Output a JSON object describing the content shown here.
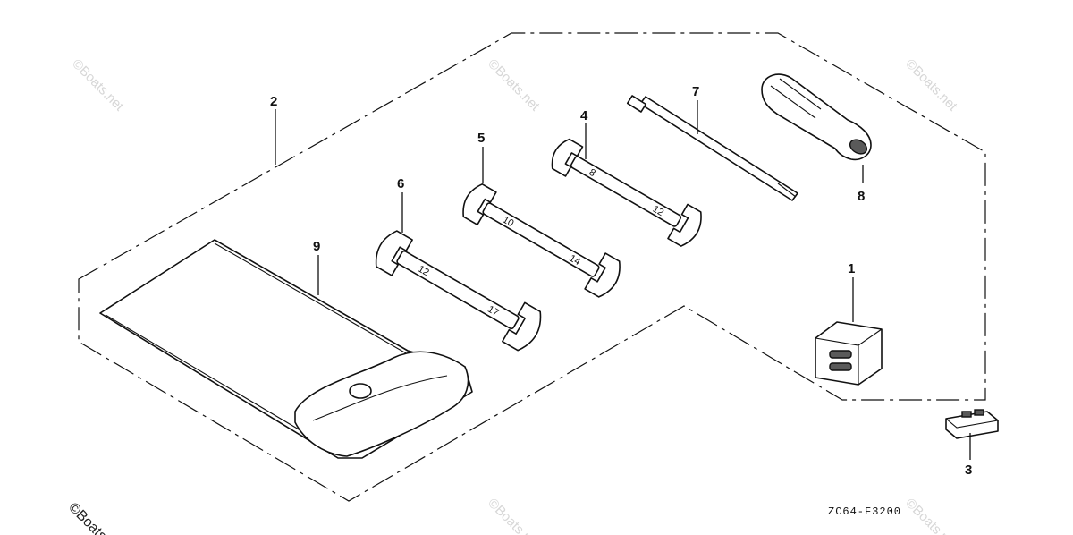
{
  "diagram": {
    "drawing_code": "ZC64-F3200",
    "watermark_text": "©Boats.net",
    "corner_watermark": "©Boats.net",
    "callouts": [
      {
        "label": "1",
        "part": "fuse-box"
      },
      {
        "label": "2",
        "part": "tool-kit-outline"
      },
      {
        "label": "3",
        "part": "blade-fuse"
      },
      {
        "label": "4",
        "part": "wrench-8-12"
      },
      {
        "label": "5",
        "part": "wrench-10-14"
      },
      {
        "label": "6",
        "part": "wrench-12-17"
      },
      {
        "label": "7",
        "part": "screwdriver-shaft"
      },
      {
        "label": "8",
        "part": "screwdriver-handle"
      },
      {
        "label": "9",
        "part": "tool-bag"
      }
    ],
    "wrench_sizes": {
      "wrench_4": [
        "8",
        "12"
      ],
      "wrench_5": [
        "10",
        "14"
      ],
      "wrench_6": [
        "12",
        "17"
      ]
    }
  }
}
